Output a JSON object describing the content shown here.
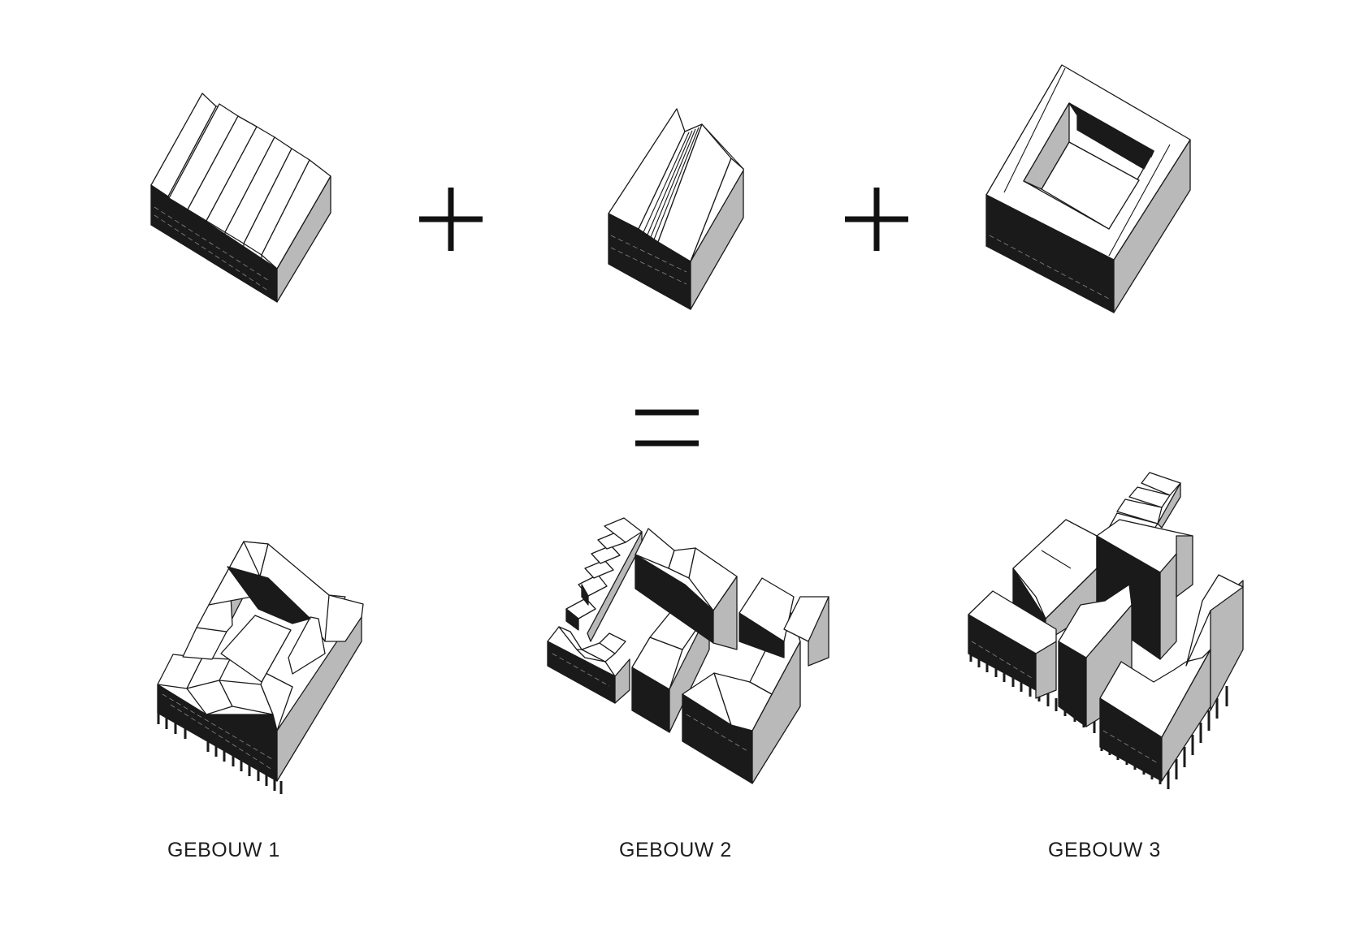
{
  "diagram": {
    "type": "architectural-axonometric-composition",
    "palette": {
      "background": "#ffffff",
      "roof": "#ffffff",
      "shadow_face": "#1a1a1a",
      "side_face": "#b9b9b9",
      "outline": "#1a1a1a"
    },
    "row_top": {
      "components": [
        {
          "name": "sawtooth-roof-block",
          "description": "Block with sawtooth roof (7 ridges)"
        },
        {
          "name": "gable-roof-block",
          "description": "Block with double gable roof and hatched valley"
        },
        {
          "name": "courtyard-block",
          "description": "Perimeter block with open courtyard"
        }
      ],
      "operators": [
        "+",
        "+"
      ]
    },
    "equals_operator": "=",
    "row_bottom": {
      "buildings": [
        {
          "label": "GEBOUW 1"
        },
        {
          "label": "GEBOUW 2"
        },
        {
          "label": "GEBOUW 3"
        }
      ]
    }
  }
}
